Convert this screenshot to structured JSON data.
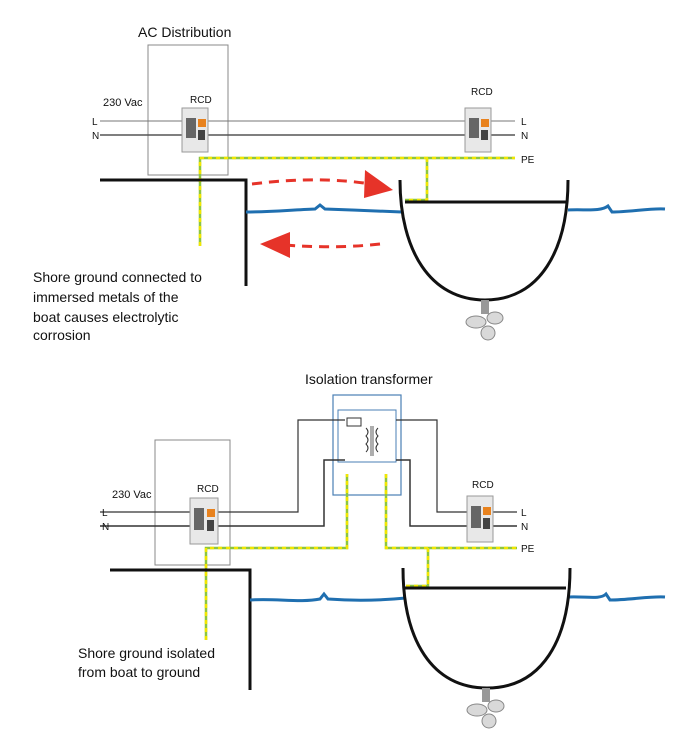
{
  "top": {
    "title": "AC Distribution",
    "voltage": "230 Vac",
    "rcd_left": "RCD",
    "rcd_right": "RCD",
    "line_left": "L",
    "neutral_left": "N",
    "line_right": "L",
    "neutral_right": "N",
    "pe": "PE",
    "caption": [
      "Shore ground connected to",
      "immersed metals of the",
      "boat causes electrolytic",
      "corrosion"
    ]
  },
  "bottom": {
    "title": "Isolation transformer",
    "voltage": "230 Vac",
    "rcd_left": "RCD",
    "rcd_right": "RCD",
    "line_left": "L",
    "neutral_left": "N",
    "line_right": "L",
    "neutral_right": "N",
    "pe": "PE",
    "caption": [
      "Shore ground isolated",
      "from boat to ground"
    ]
  },
  "colors": {
    "water": "#1f6fb0",
    "arrow": "#e63329",
    "ground_green": "#8dc63f",
    "ground_yellow": "#f2e600",
    "wire": "#555555",
    "transformer_frame": "#4a7fb5"
  }
}
